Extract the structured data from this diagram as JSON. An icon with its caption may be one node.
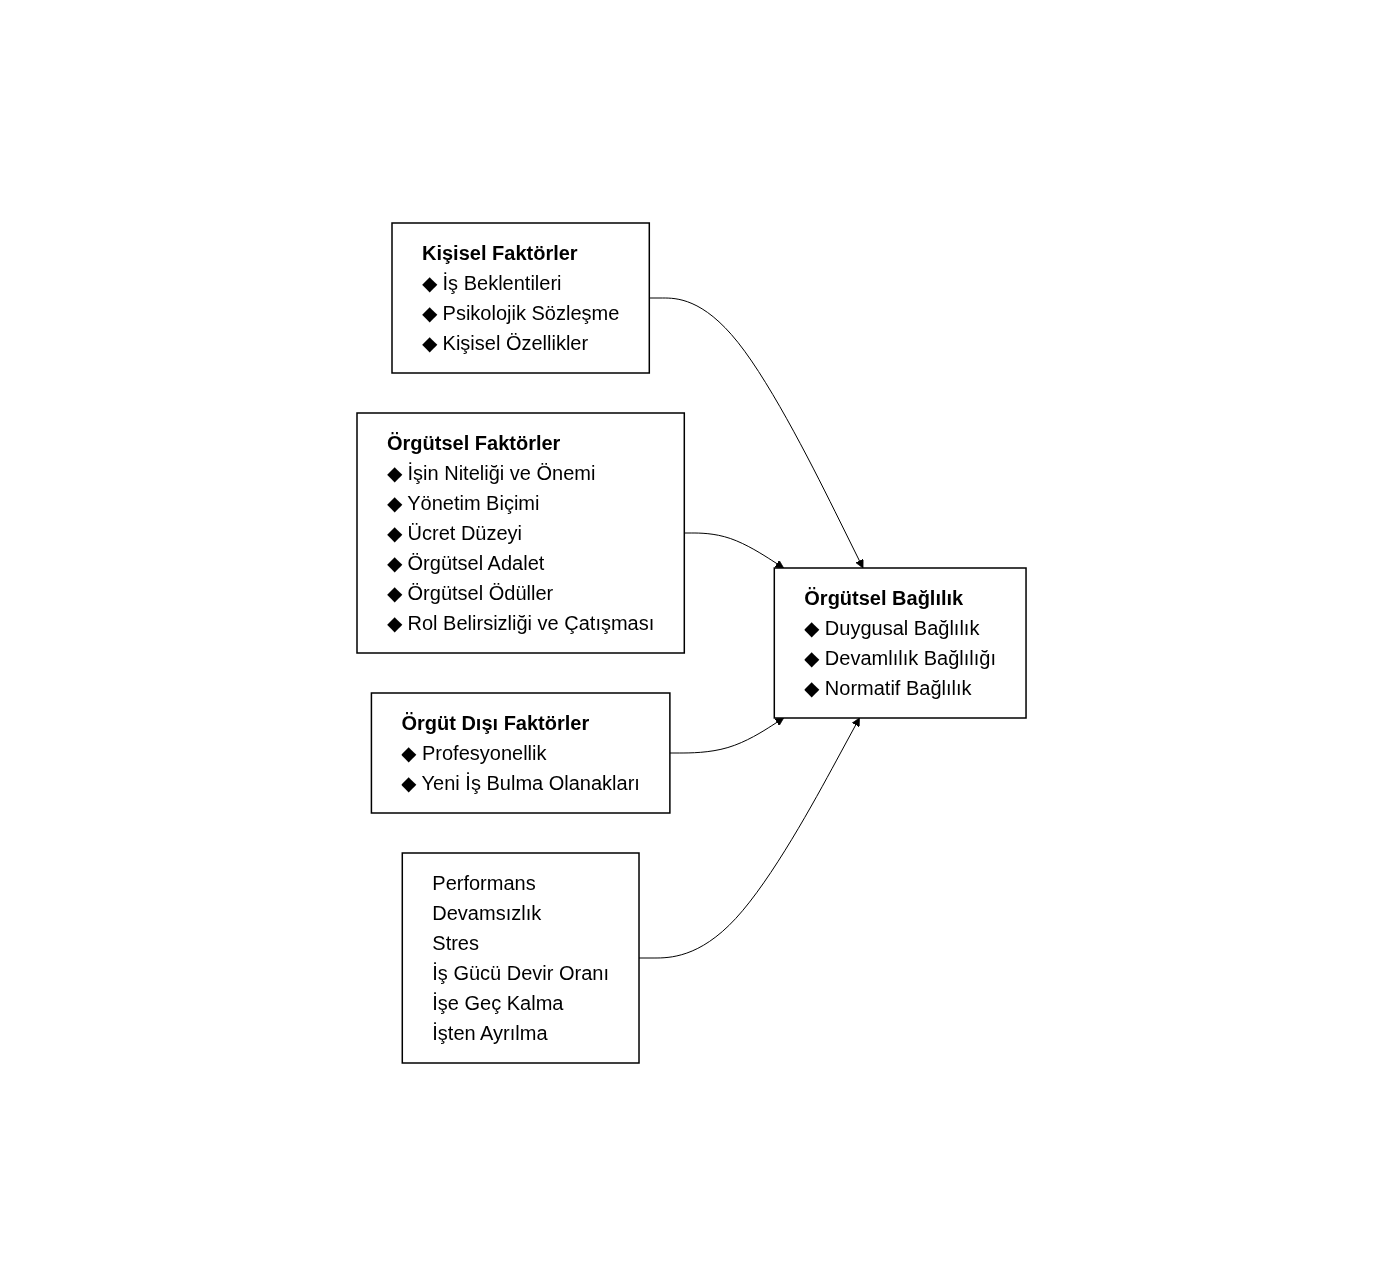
{
  "diagram": {
    "nodes": [
      {
        "text": [
          "Kişisel Faktörler",
          "◆ İş Beklentileri",
          "◆ Psikolojik Sözleşme",
          "◆ Kişisel Özellikler"
        ]
      },
      {
        "text": [
          "Örgütsel Faktörler",
          "◆ İşin Niteliği ve Önemi",
          "◆ Yönetim Biçimi",
          "◆ Ücret Düzeyi",
          "◆ Örgütsel Adalet",
          "◆ Örgütsel Ödüller",
          "◆ Rol Belirsizliği ve Çatışması"
        ]
      },
      {
        "text": [
          "Örgüt Dışı Faktörler",
          "◆ Profesyonellik",
          "◆ Yeni İş Bulma Olanakları"
        ]
      },
      {
        "text": [
          "Örgütsel Bağlılık",
          "◆ Duygusal Bağlılık",
          "◆ Devamlılık Bağlılığı",
          "◆ Normatif Bağlılık"
        ]
      },
      {
        "text": [
          "Performans",
          "Devamsızlık",
          "Stres",
          "İş Gücü Devir Oranı",
          "İşe Geç Kalma",
          "İşten Ayrılma"
        ]
      }
    ],
    "edges": [
      {
        "from": 0,
        "to": 3,
        "arrow": "to"
      },
      {
        "from": 1,
        "to": 3,
        "arrow": "to"
      },
      {
        "from": 2,
        "to": 3,
        "arrow": "to"
      },
      {
        "from": 4,
        "to": 3,
        "arrow": "to"
      }
    ]
  }
}
